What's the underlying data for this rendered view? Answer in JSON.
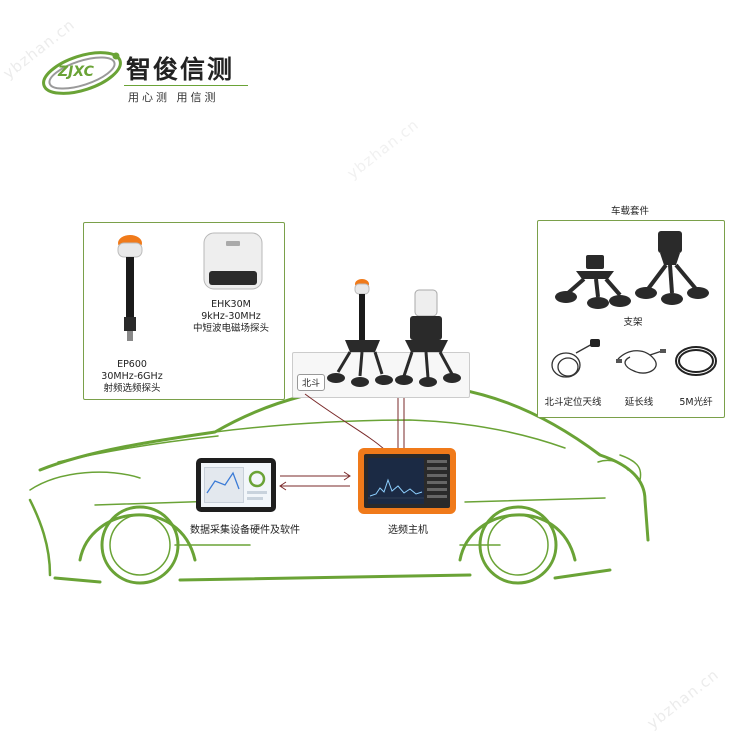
{
  "brand": {
    "logo_text": "ZJXC",
    "name": "智俊信测",
    "slogan": "用心测 用信测",
    "green": "#6aa336"
  },
  "watermarks": [
    "ybzhan.cn",
    "ybzhan.cn",
    "ybzhan.cn"
  ],
  "probes": {
    "ep600": [
      "EP600",
      "30MHz-6GHz",
      "射频选频探头"
    ],
    "ehk30m": [
      "EHK30M",
      "9kHz-30MHz",
      "中短波电磁场探头"
    ]
  },
  "vehicle_kit": {
    "title": "车载套件",
    "mount_label": "支架",
    "antenna_label": "北斗定位天线",
    "extension_label": "延长线",
    "fiber_label": "5M光纤"
  },
  "roof_label": "北斗",
  "tablet_label": "数据采集设备硬件及软件",
  "host_label": "选频主机",
  "colors": {
    "car_line": "#6aa336",
    "accent_orange": "#f07a1a",
    "arrow": "#7a2a2a"
  }
}
